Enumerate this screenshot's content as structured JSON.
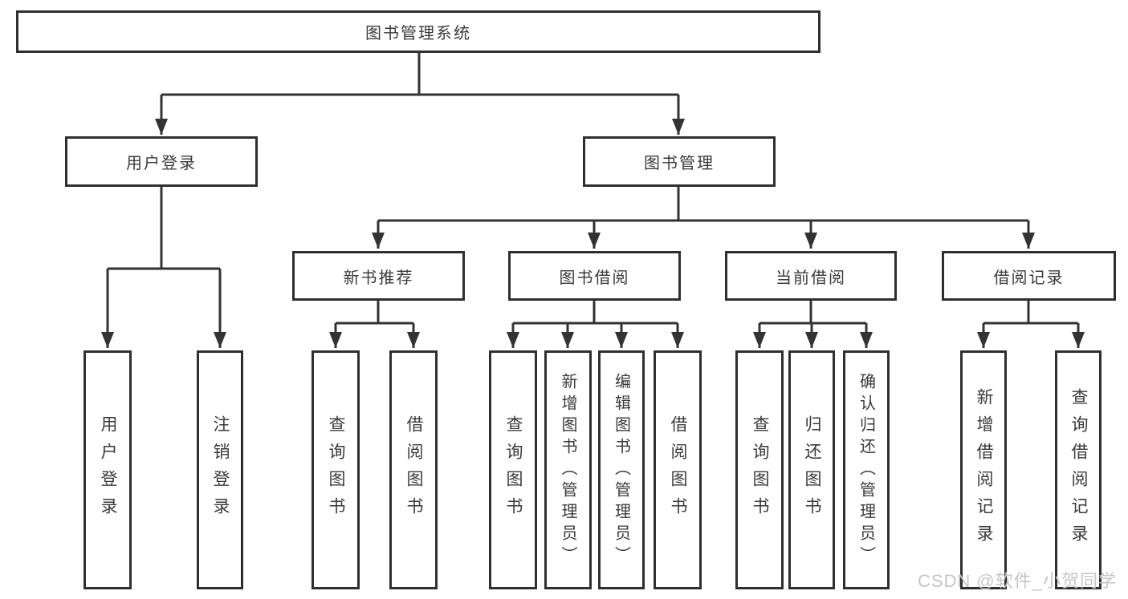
{
  "tree": {
    "root": "图书管理系统",
    "login": {
      "label": "用户登录",
      "children": [
        "用户登录",
        "注销登录"
      ]
    },
    "manage": {
      "label": "图书管理",
      "sections": [
        {
          "label": "新书推荐",
          "children": [
            "查询图书",
            "借阅图书"
          ]
        },
        {
          "label": "图书借阅",
          "children": [
            "查询图书",
            "新增图书（管理员）",
            "编辑图书（管理员）",
            "借阅图书"
          ]
        },
        {
          "label": "当前借阅",
          "children": [
            "查询图书",
            "归还图书",
            "确认归还（管理员）"
          ]
        },
        {
          "label": "借阅记录",
          "children": [
            "新增借阅记录",
            "查询借阅记录"
          ]
        }
      ]
    }
  },
  "watermark": {
    "text": "CSDN @软件_小贺同学"
  },
  "colors": {
    "line": "#333333",
    "box_border": "#2f2f2f",
    "text": "#3a3a3a",
    "watermark": "#c6c6c8",
    "background": "#ffffff"
  }
}
